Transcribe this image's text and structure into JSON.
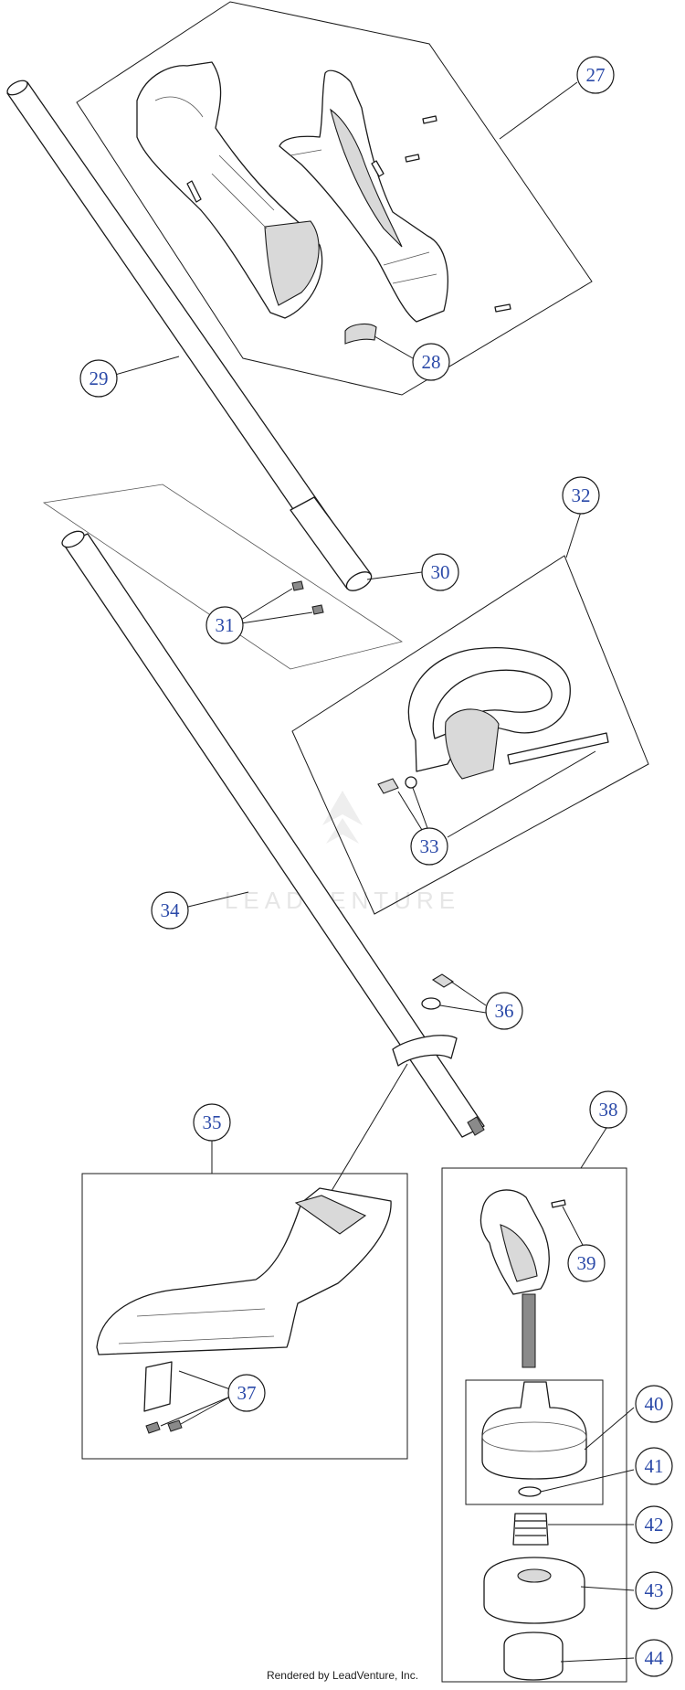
{
  "diagram": {
    "callouts": [
      {
        "id": "c27",
        "label": "27"
      },
      {
        "id": "c28",
        "label": "28"
      },
      {
        "id": "c29",
        "label": "29"
      },
      {
        "id": "c30",
        "label": "30"
      },
      {
        "id": "c31",
        "label": "31"
      },
      {
        "id": "c32",
        "label": "32"
      },
      {
        "id": "c33",
        "label": "33"
      },
      {
        "id": "c34",
        "label": "34"
      },
      {
        "id": "c35",
        "label": "35"
      },
      {
        "id": "c36",
        "label": "36"
      },
      {
        "id": "c37",
        "label": "37"
      },
      {
        "id": "c38",
        "label": "38"
      },
      {
        "id": "c39",
        "label": "39"
      },
      {
        "id": "c40",
        "label": "40"
      },
      {
        "id": "c41",
        "label": "41"
      },
      {
        "id": "c42",
        "label": "42"
      },
      {
        "id": "c43",
        "label": "43"
      },
      {
        "id": "c44",
        "label": "44"
      }
    ],
    "watermark": "LEADVENTURE",
    "footer": "Rendered by LeadVenture, Inc."
  }
}
